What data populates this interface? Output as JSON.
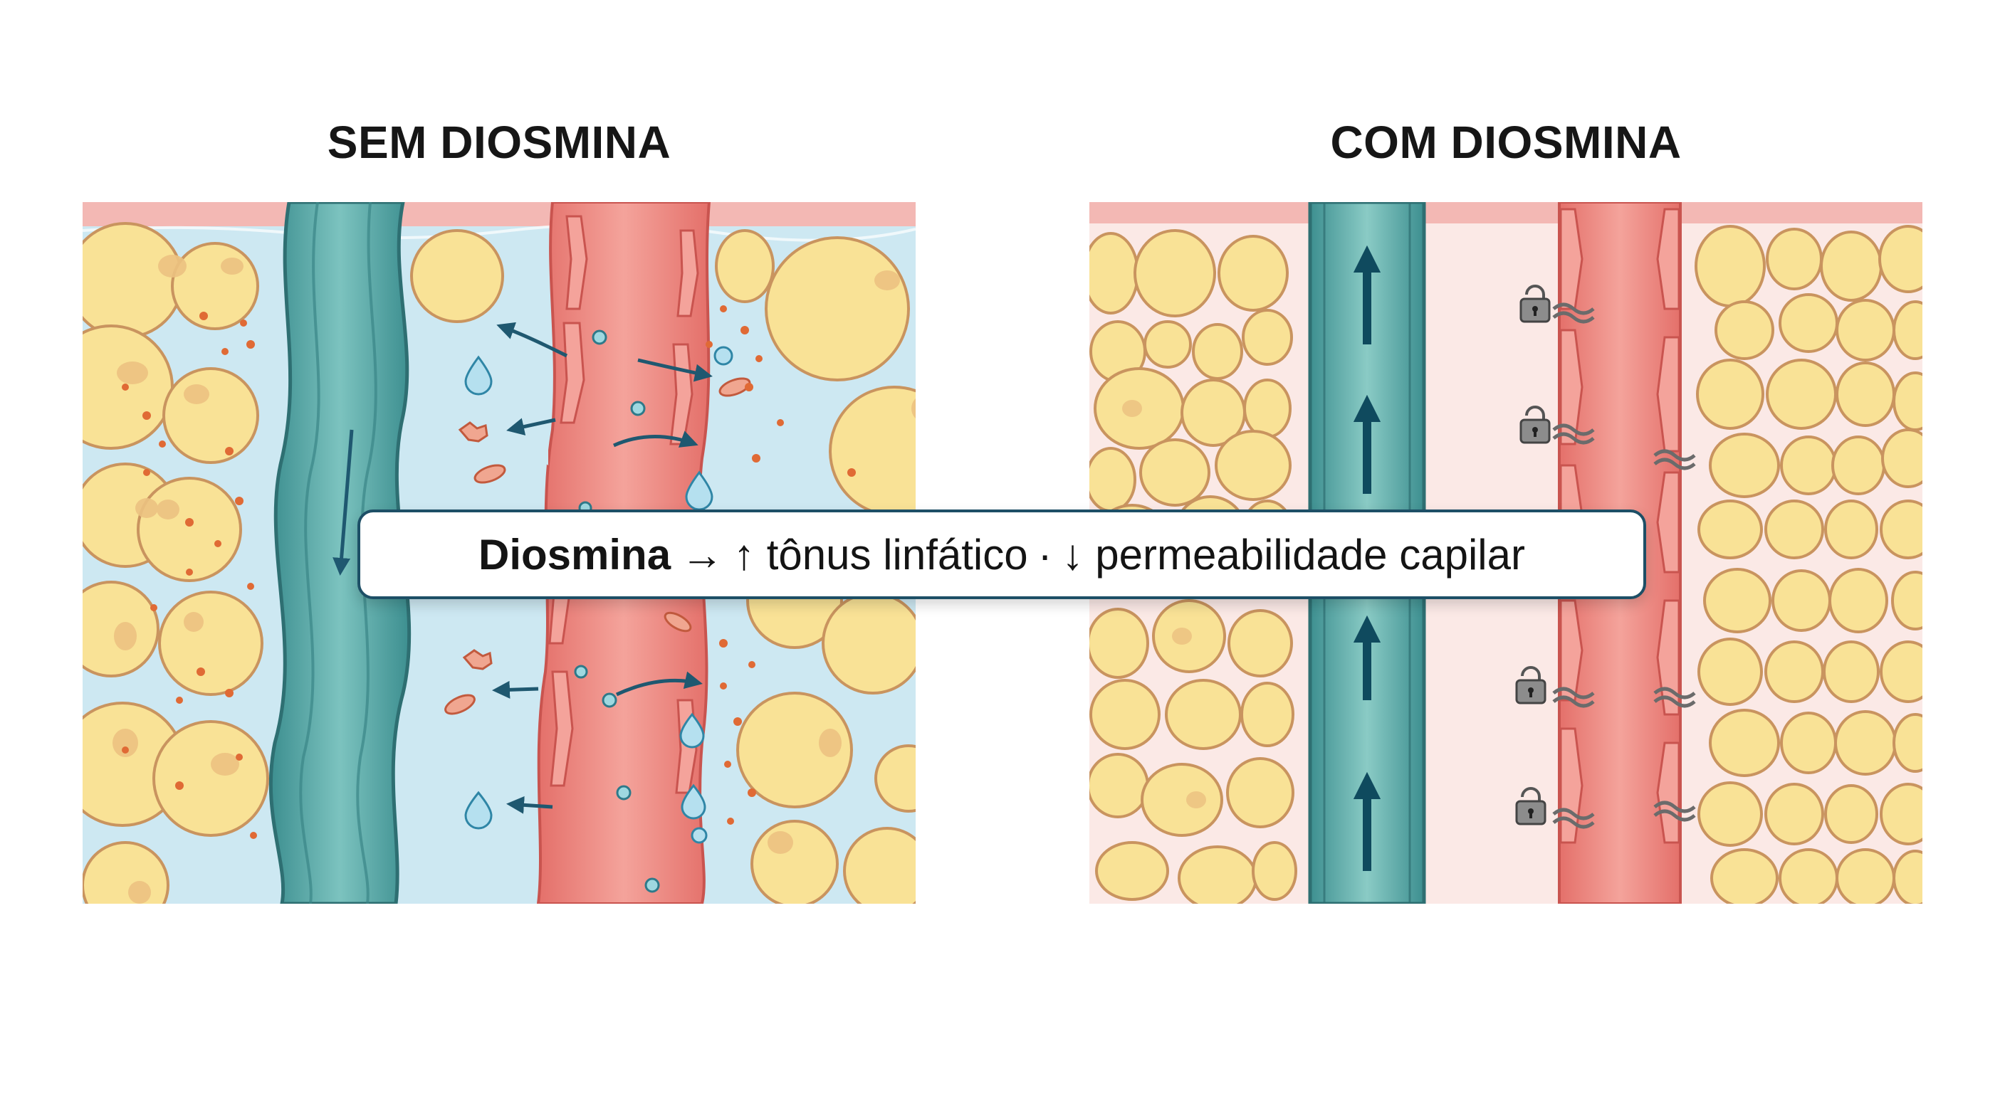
{
  "panels": {
    "left": {
      "title": "SEM DIOSMINA"
    },
    "right": {
      "title": "COM DIOSMINA"
    }
  },
  "caption": {
    "drug": "Diosmina",
    "arrow": "→",
    "effect_1": "↑ tônus linfático",
    "separator": "·",
    "effect_2": "↓ permeabilidade capilar"
  },
  "colors": {
    "interstitial_fluid": "#cde8f2",
    "healthy_tissue": "#fbe9e6",
    "adipocyte_fill": "#f9e296",
    "adipocyte_border": "#c9945f",
    "lymph_vessel": "#5aa9a8",
    "capillary": "#ee8a83",
    "leak_arrow": "#1f5870",
    "lymph_flow_arrow": "#0f4a5e",
    "protein_dots": "#e06a35"
  },
  "icons": [
    "padlock-icon",
    "tight-junction-icon",
    "leak-arrow-icon",
    "lymph-flow-arrow-icon",
    "water-drop-icon",
    "protein-particle-icon"
  ]
}
